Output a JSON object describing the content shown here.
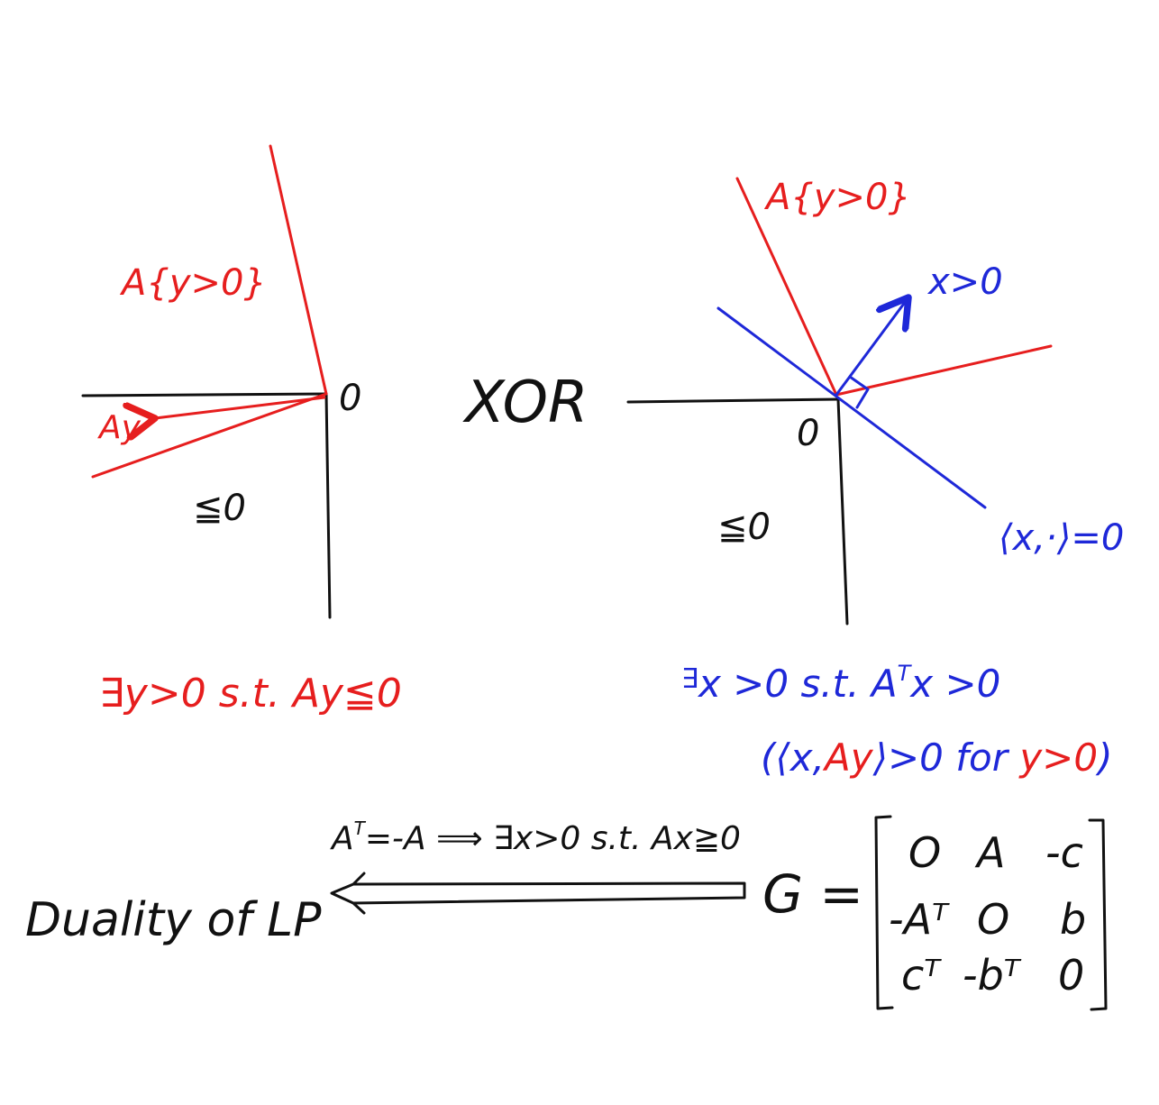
{
  "colors": {
    "black": "#111111",
    "red": "#e61e1e",
    "blue": "#1e28d8"
  },
  "left_panel": {
    "cone_label": "A{y>0}",
    "vector_label": "Ay",
    "origin_label": "0",
    "region_label": "≦0",
    "statement": "∃y>0 s.t. Ay≦0"
  },
  "middle": {
    "xor_label": "XOR"
  },
  "right_panel": {
    "cone_label": "A{y>0}",
    "vector_label": "x>0",
    "origin_label": "0",
    "region_label": "≦0",
    "hyperplane_label": "⟨x,·⟩=0",
    "statement_prefix": "∃",
    "statement_main": "x >0 s.t. A",
    "statement_sup": "T",
    "statement_end": "x >0",
    "note_open": "(⟨x,",
    "note_ay": "Ay",
    "note_mid": "⟩>0 for ",
    "note_y": "y>0",
    "note_close": ")"
  },
  "bottom": {
    "duality_label": "Duality of LP",
    "implication_a": "A",
    "implication_sup": "T",
    "implication_rest": "=-A ⟹ ∃x>0 s.t. Ax≧0",
    "g_label": "G =",
    "matrix": [
      [
        "O",
        "A",
        "-c"
      ],
      [
        "-Aᵀ",
        "O",
        "b"
      ],
      [
        "cᵀ",
        "-bᵀ",
        "0"
      ]
    ]
  }
}
